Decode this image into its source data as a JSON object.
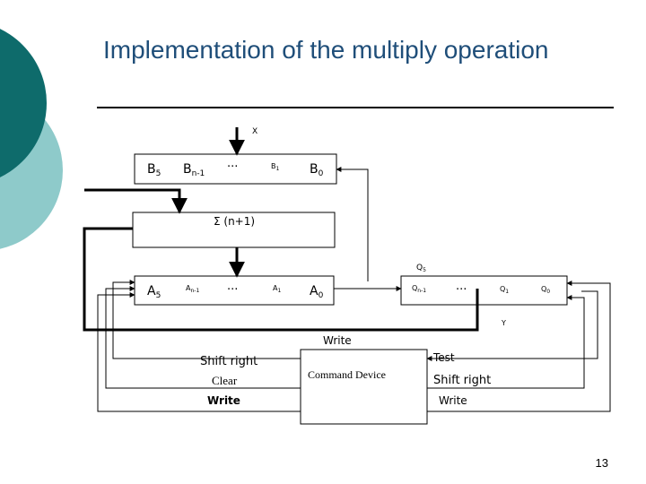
{
  "slide": {
    "title": "Implementation of the multiply operation",
    "page_number": "13"
  },
  "diagram": {
    "x_label": "X",
    "b_register": {
      "b5": "B",
      "b5_sub": "5",
      "bn1": "B",
      "bn1_sub": "n-1",
      "dots": "...",
      "b1": "B",
      "b1_sub": "1",
      "b0": "B",
      "b0_sub": "0"
    },
    "adder": {
      "label": "Σ (n+1)"
    },
    "a_register": {
      "a5": "A",
      "a5_sub": "5",
      "an1": "A",
      "an1_sub": "n-1",
      "dots": "...",
      "a1": "A",
      "a1_sub": "1",
      "a0": "A",
      "a0_sub": "0"
    },
    "q_register": {
      "top": "Q",
      "top_sub": "5",
      "qn1": "Q",
      "qn1_sub": "n-1",
      "dots": "...",
      "q1": "Q",
      "q1_sub": "1",
      "q0": "Q",
      "q0_sub": "0"
    },
    "y_label": "Y",
    "command_device": {
      "label": "Command Device"
    },
    "signals": {
      "write_top": "Write",
      "shift_right_left": "Shift right",
      "clear": "Clear",
      "write_left": "Write",
      "test": "Test",
      "shift_right_right": "Shift right",
      "write_right": "Write"
    },
    "colors": {
      "teal_dark": "#0e6b6b",
      "teal_light": "#8ecaca"
    }
  }
}
